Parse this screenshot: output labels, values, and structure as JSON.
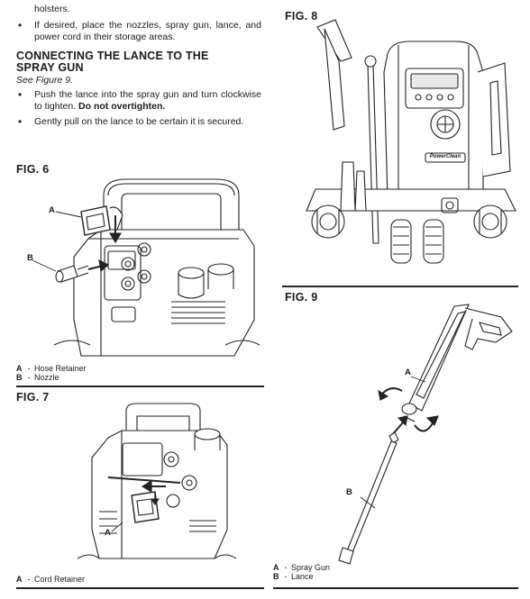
{
  "intro": {
    "continued_text": "holsters.",
    "bullet_symbol": "•",
    "bullet_1": "If desired, place the nozzles, spray gun, lance, and power cord in their storage areas."
  },
  "section": {
    "heading": "CONNECTING THE LANCE TO THE SPRAY GUN",
    "see_figure": "See Figure 9.",
    "bullet_1_text": "Push the lance into the spray gun and turn clockwise to tighten.",
    "bullet_1_bold": "Do not overtighten.",
    "bullet_2": "Gently pull on the lance to be certain it is secured."
  },
  "fig6": {
    "label": "FIG. 6",
    "callout_a": "A",
    "callout_b": "B",
    "legend": [
      {
        "key": "A",
        "dash": "-",
        "text": "Hose Retainer"
      },
      {
        "key": "B",
        "dash": "-",
        "text": "Nozzle"
      }
    ]
  },
  "fig7": {
    "label": "FIG. 7",
    "callout_a": "A",
    "legend": [
      {
        "key": "A",
        "dash": "-",
        "text": "Cord Retainer"
      }
    ]
  },
  "fig8": {
    "label": "FIG. 8",
    "brand_badge": "PowerClean"
  },
  "fig9": {
    "label": "FIG. 9",
    "callout_a": "A",
    "callout_b": "B",
    "legend": [
      {
        "key": "A",
        "dash": "-",
        "text": "Spray Gun"
      },
      {
        "key": "B",
        "dash": "-",
        "text": "Lance"
      }
    ]
  }
}
